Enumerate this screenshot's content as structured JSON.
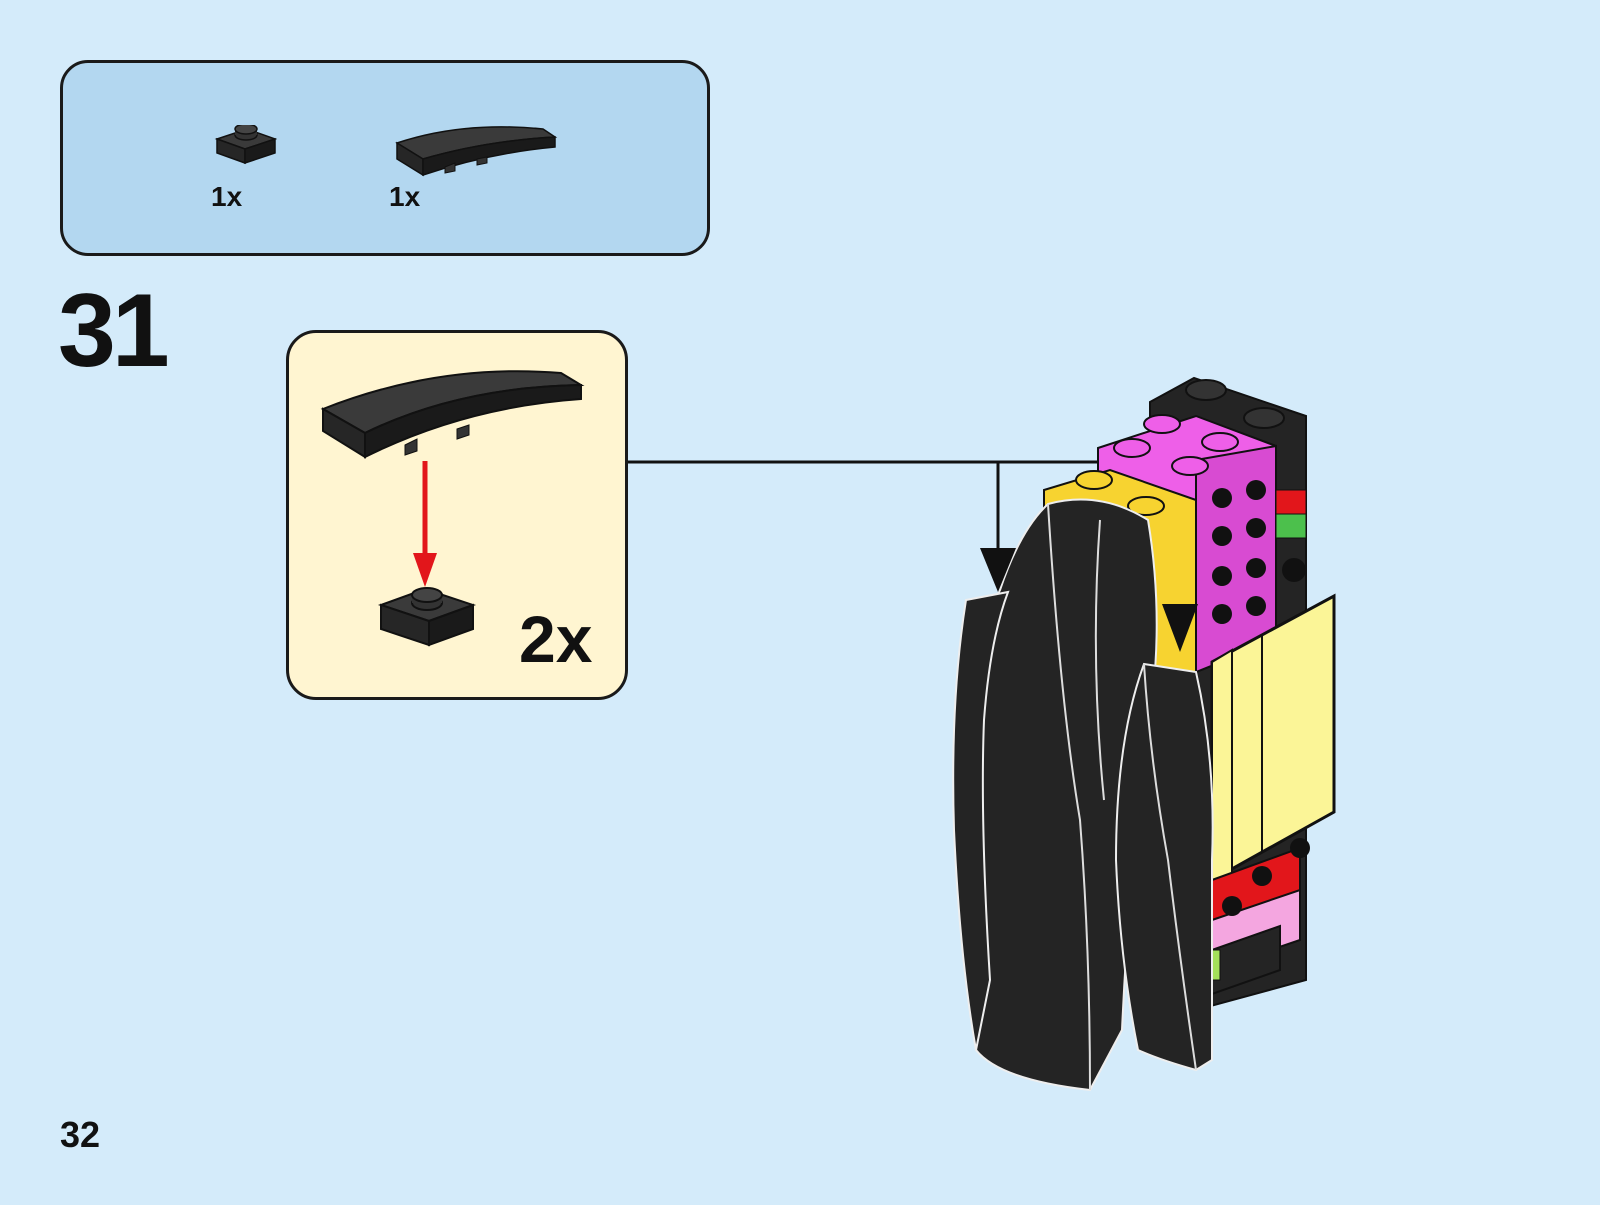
{
  "parts_list": {
    "items": [
      {
        "name": "black-plate-1x1",
        "quantity": "1x"
      },
      {
        "name": "black-curved-slope-1x4",
        "quantity": "1x"
      }
    ]
  },
  "step": {
    "number": "31",
    "callout_quantity": "2x"
  },
  "page": {
    "number": "32"
  },
  "colors": {
    "background": "#d4ebfa",
    "parts_box": "#b3d7f0",
    "callout": "#fff5d1",
    "brick_black": "#222222",
    "brick_magenta": "#ee5fe8",
    "brick_yellow": "#f7d330",
    "brick_light_yellow": "#fbf597",
    "arrow_red": "#e2161b"
  }
}
